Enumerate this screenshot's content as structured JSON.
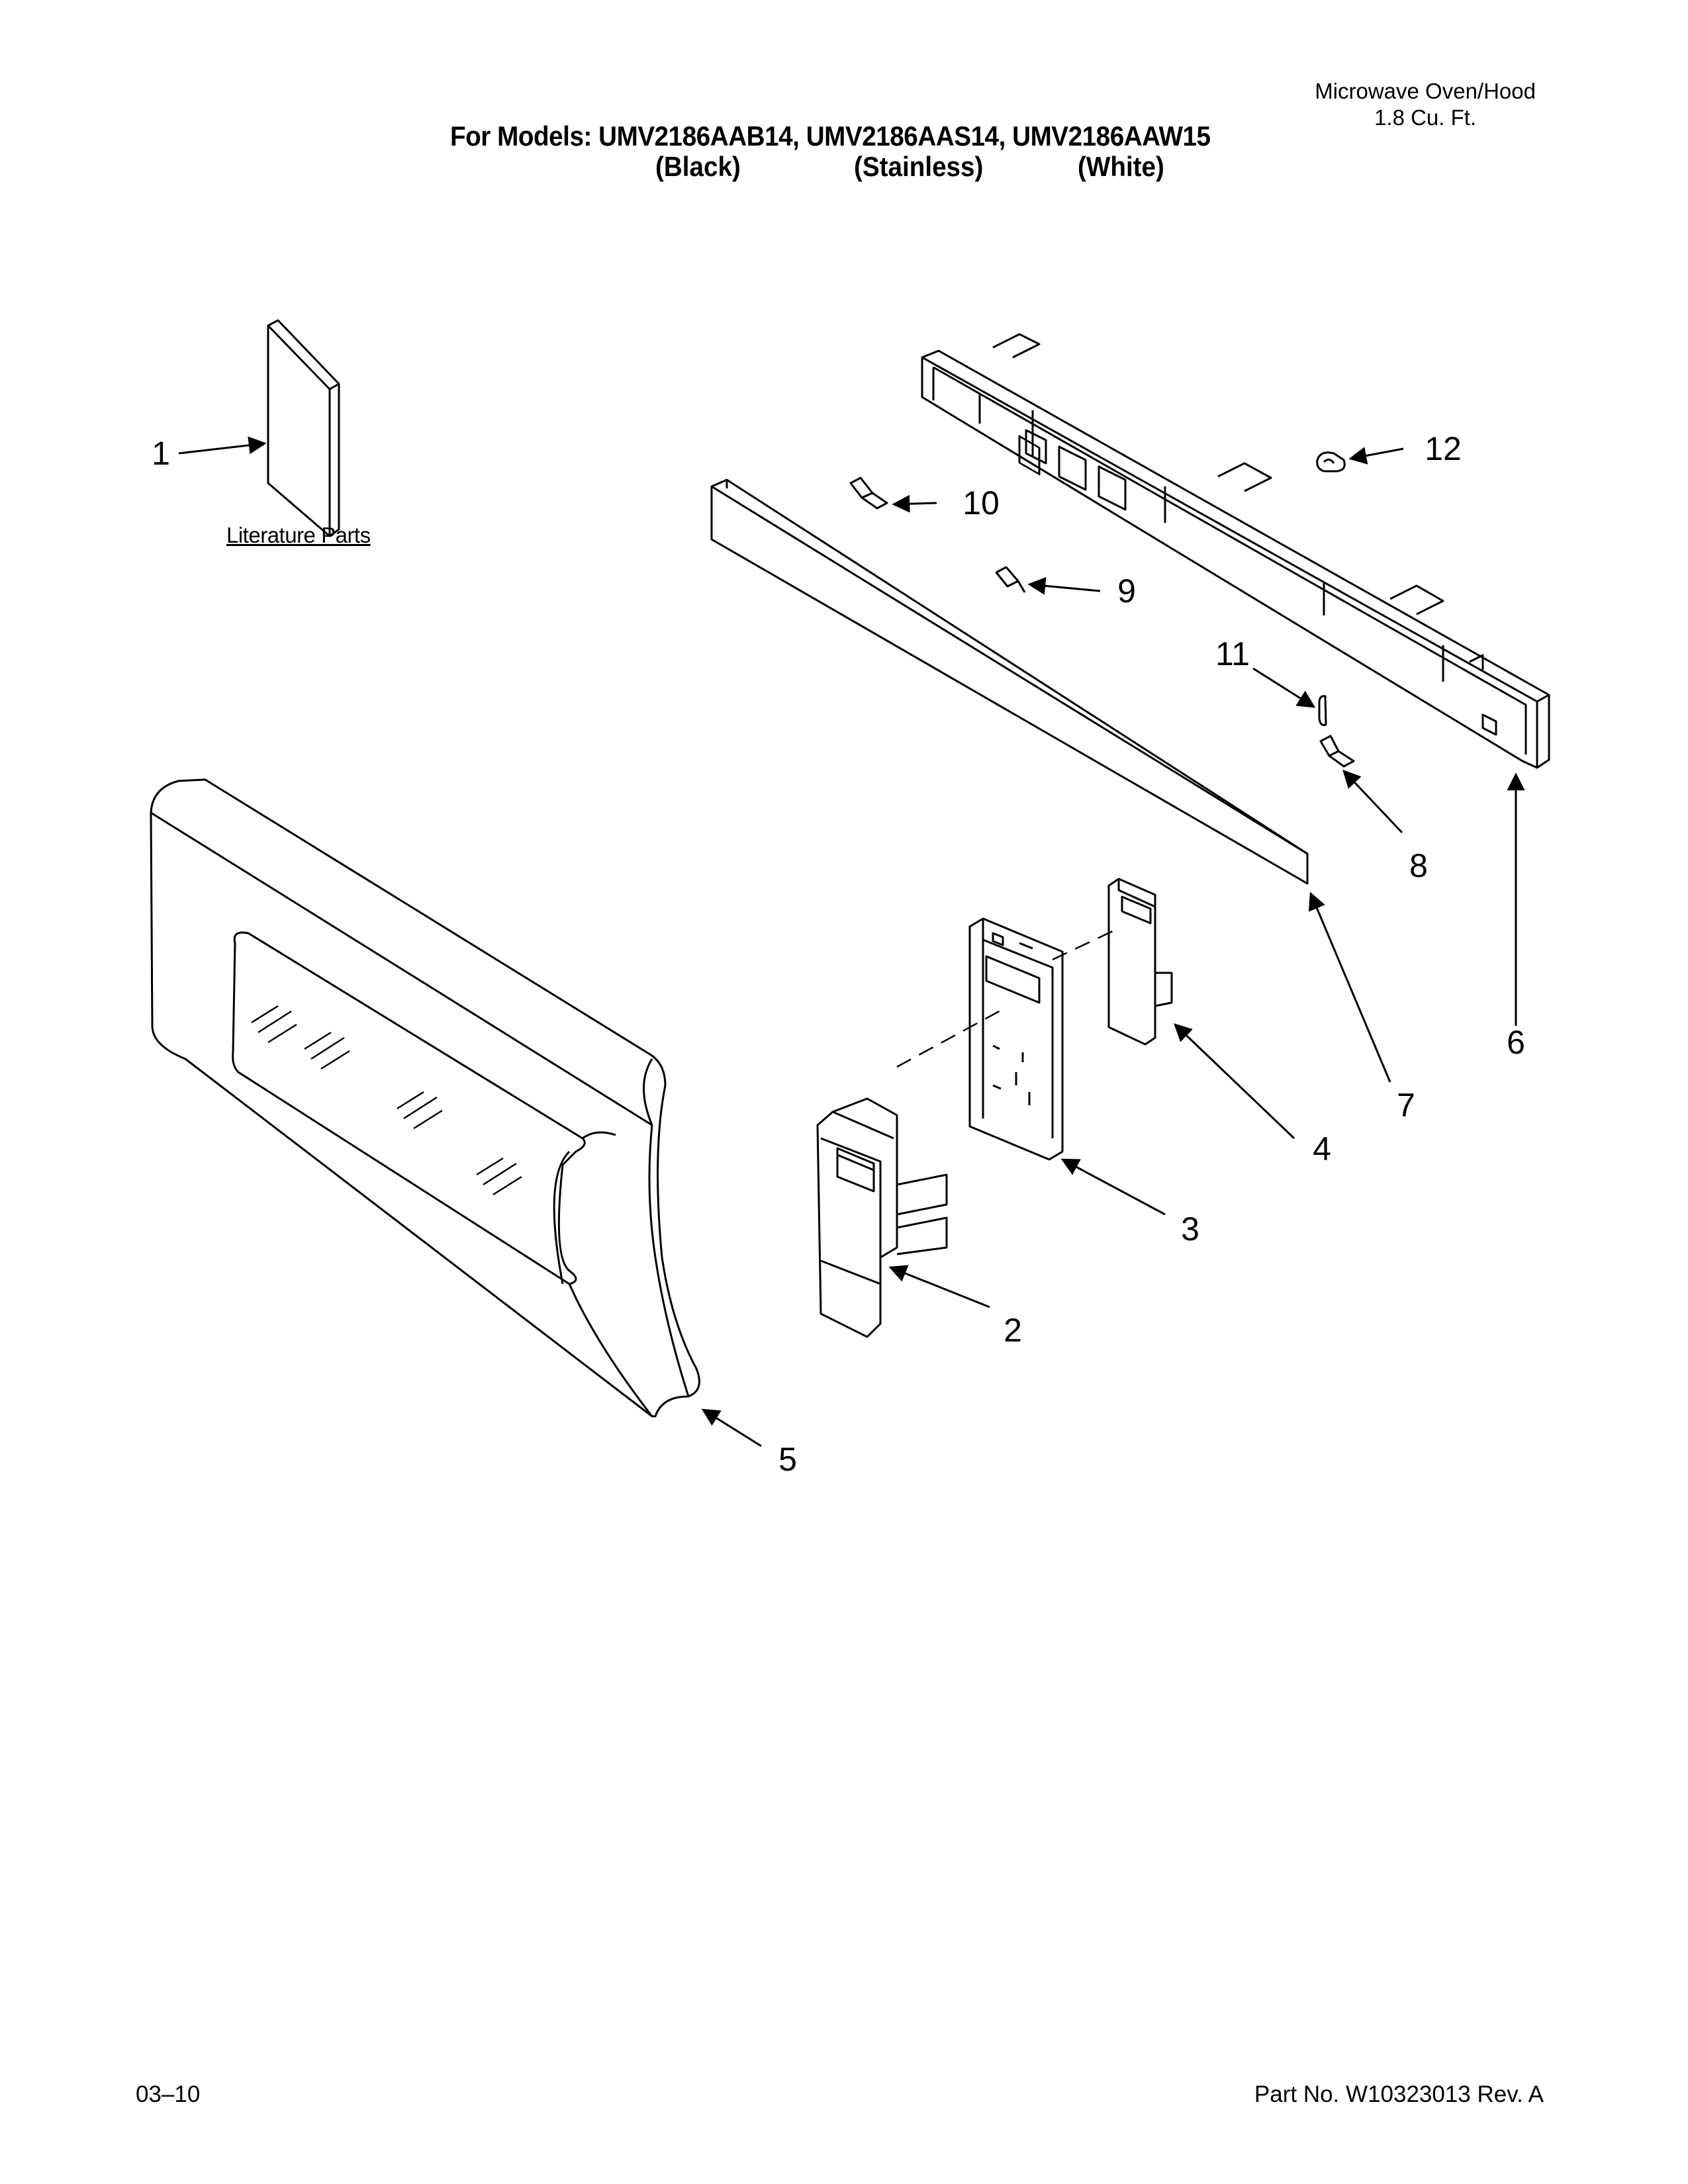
{
  "header": {
    "product_line1": "Microwave Oven/Hood",
    "product_line2": "1.8 Cu. Ft.",
    "models_line": "For Models: UMV2186AAB14, UMV2186AAS14, UMV2186AAW15",
    "finishes": [
      "(Black)",
      "(Stainless)",
      "(White)"
    ]
  },
  "literature_label": "Literature Parts",
  "callouts": [
    "1",
    "2",
    "3",
    "4",
    "5",
    "6",
    "7",
    "8",
    "9",
    "10",
    "11",
    "12"
  ],
  "footer": {
    "date": "03–10",
    "part_number": "Part No. W10323013 Rev. A"
  }
}
